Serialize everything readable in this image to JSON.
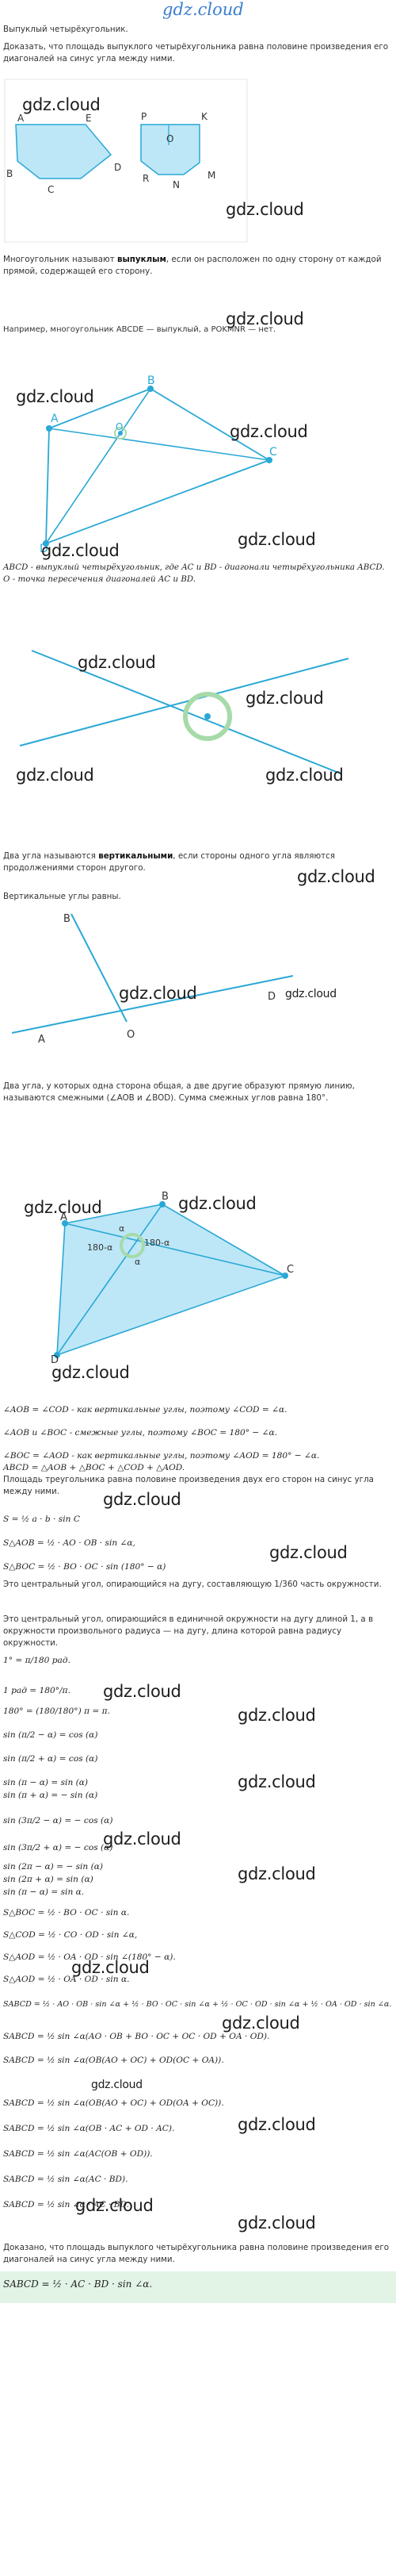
{
  "site": {
    "logo": "gdz.cloud",
    "watermark": "gdz.cloud"
  },
  "section_title": "Выпуклый четырёхугольник.",
  "intro": "Доказать, что площадь выпуклого четырёхугольника равна половине произведения его диагоналей на синус угла между ними.",
  "fig1": {
    "labels": [
      "A",
      "E",
      "B",
      "C",
      "D",
      "P",
      "O",
      "K",
      "R",
      "N",
      "M"
    ]
  },
  "p_convex_def": {
    "a": "Многоугольник называют ",
    "b": "выпуклым",
    "c": ", если он расположен по одну сторону от каждой прямой, содержащей его сторону."
  },
  "p_example": "Например, многоугольник ABCDE — выпуклый, а POKMNR — нет.",
  "fig2": {
    "labels": [
      "A",
      "B",
      "O",
      "C",
      "D"
    ]
  },
  "p_abcd": "ABCD - выпуклый четырёхугольник, где AC и BD - диагонали четырёхугольника ABCD. O - точка пересечения диагоналей AC и BD.",
  "p_vertical_def": {
    "a": "Два угла называются ",
    "b": "вертикальными",
    "c": ", если стороны одного угла являются продолжениями сторон другого."
  },
  "p_vertical_eq": "Вертикальные углы равны.",
  "fig4": {
    "labels": [
      "B",
      "A",
      "O",
      "D"
    ]
  },
  "p_adjacent": "Два угла, у которых одна сторона общая, а две другие образуют прямую линию, называются смежными (∠AOB и ∠BOD). Сумма смежных углов равна 180°.",
  "fig5": {
    "labels": [
      "A",
      "B",
      "C",
      "D",
      "α",
      "α",
      "180-α",
      "180-α"
    ]
  },
  "eq_a": [
    "∠AOB = ∠COD - как вертикальные углы, поэтому ∠COD = ∠α.",
    "∠AOB и ∠BOC - смежные углы, поэтому ∠BOC = 180° − ∠α.",
    "∠BOC = ∠AOD - как вертикальные углы, поэтому ∠AOD = 180° − ∠α.",
    "ABCD = △AOB + △BOC + △COD + △AOD.",
    "Площадь треугольника равна половине произведения двух его сторон на синус угла между ними.",
    "S = ½ a · b · sin C",
    "S△AOB = ½ · AO · OB · sin ∠α,",
    "S△BOC = ½ · BO · OC · sin (180° − α)"
  ],
  "p_central": "Это центральный угол, опирающийся на дугу, составляющую 1/360 часть окружности.",
  "p_unit": "Это центральный угол, опирающийся в единичной окружности на дугу длиной 1, а в окружности произвольного радиуса — на дугу, длина которой равна радиусу окружности.",
  "eq_b": [
    "1° = π/180 рад.",
    "1 рад = 180°/π.",
    "180° = (180/180°) π = π.",
    "sin (π/2 − α) = cos (α)",
    "sin (π/2 + α) = cos (α)",
    "sin (π − α) = sin (α)",
    "sin (π + α) = − sin (α)",
    "sin (3π/2 − α) = − cos (α)",
    "sin (3π/2 + α) = − cos (α)",
    "sin (2π − α) = − sin (α)",
    "sin (2π + α) = sin (α)",
    "sin (π − α) = sin α.",
    "S△BOC = ½ · BO · OC · sin α.",
    "S△COD = ½ · CO · OD · sin ∠α,",
    "S△AOD = ½ · OA · OD · sin ∠(180° − α).",
    "S△AOD = ½ · OA · OD · sin α.",
    "SABCD = ½ · AO · OB · sin ∠α + ½ · BO · OC · sin ∠α + ½ · OC · OD · sin ∠α + ½ · OA · OD · sin ∠α.",
    "SABCD = ½ sin ∠α(AO · OB + BO · OC + OC · OD + OA · OD).",
    "SABCD = ½ sin ∠α(OB(AO + OC) + OD(OC + OA)).",
    "SABCD = ½ sin ∠α(OB(AO + OC) + OD(OA + OC)).",
    "SABCD = ½ sin ∠α(OB · AC + OD · AC).",
    "SABCD = ½ sin ∠α(AC(OB + OD)).",
    "SABCD = ½ sin ∠α(AC · BD).",
    "SABCD = ½ sin ∠α · AC · BD."
  ],
  "conclusion": "Доказано, что площадь выпуклого четырёхугольника равна половине произведения его диагоналей на синус угла между ними.",
  "final": "SABCD = ½ · AC · BD · sin ∠α.",
  "colors": {
    "line": "#2aa8d6",
    "fill": "#bde7f7",
    "arc": "#a6dba9",
    "logo": "#3a7fd0",
    "highlight": "#e2f4e6"
  }
}
